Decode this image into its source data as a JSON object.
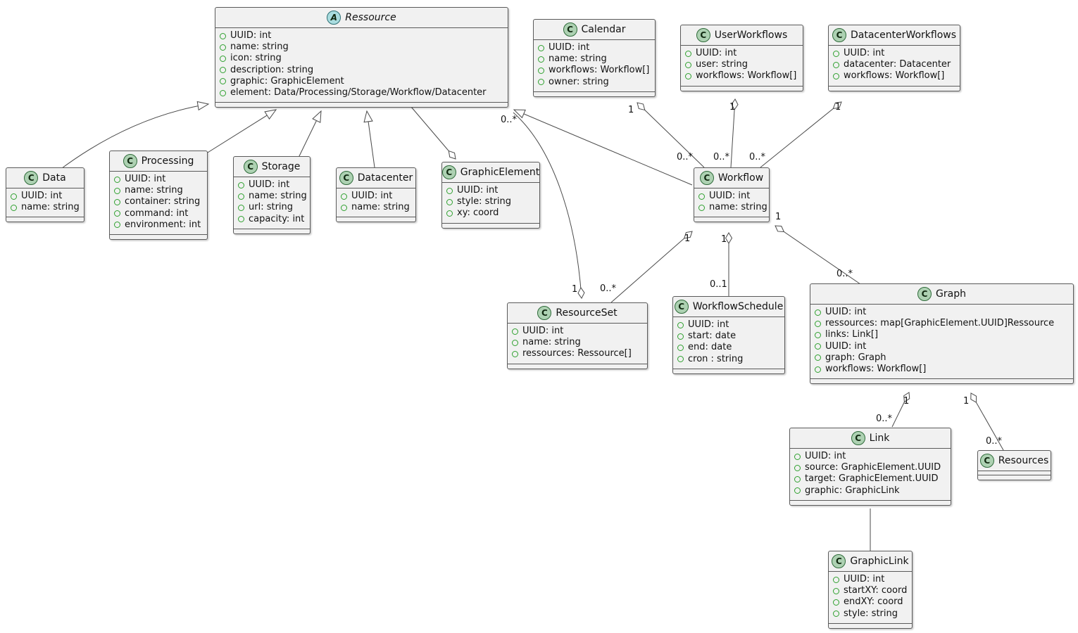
{
  "diagram": {
    "type": "uml-class-diagram",
    "background_color": "#ffffff",
    "box_fill_color": "#F1F1F1",
    "class_icon_color": "#ADD1B2",
    "abstract_icon_color": "#A9DCDF",
    "visibility_dot_color": "#2fa12f"
  },
  "classes": {
    "ressource": {
      "icon_letter": "A",
      "name": "Ressource",
      "attributes": [
        "UUID: int",
        "name: string",
        "icon: string",
        "description: string",
        "graphic: GraphicElement",
        "element: Data/Processing/Storage/Workflow/Datacenter"
      ]
    },
    "calendar": {
      "icon_letter": "C",
      "name": "Calendar",
      "attributes": [
        "UUID: int",
        "name: string",
        "workflows: Workflow[]",
        "owner: string"
      ]
    },
    "userworkflows": {
      "icon_letter": "C",
      "name": "UserWorkflows",
      "attributes": [
        "UUID: int",
        "user: string",
        "workflows: Workflow[]"
      ]
    },
    "datacenterworkflows": {
      "icon_letter": "C",
      "name": "DatacenterWorkflows",
      "attributes": [
        "UUID: int",
        "datacenter: Datacenter",
        "workflows: Workflow[]"
      ]
    },
    "data": {
      "icon_letter": "C",
      "name": "Data",
      "attributes": [
        "UUID: int",
        "name: string"
      ]
    },
    "processing": {
      "icon_letter": "C",
      "name": "Processing",
      "attributes": [
        "UUID: int",
        "name: string",
        "container: string",
        "command: int",
        "environment: int"
      ]
    },
    "storage": {
      "icon_letter": "C",
      "name": "Storage",
      "attributes": [
        "UUID: int",
        "name: string",
        "url: string",
        "capacity: int"
      ]
    },
    "datacenter": {
      "icon_letter": "C",
      "name": "Datacenter",
      "attributes": [
        "UUID: int",
        "name: string"
      ]
    },
    "graphicelement": {
      "icon_letter": "C",
      "name": "GraphicElement",
      "attributes": [
        "UUID: int",
        "style: string",
        "xy: coord"
      ]
    },
    "workflow": {
      "icon_letter": "C",
      "name": "Workflow",
      "attributes": [
        "UUID: int",
        "name: string"
      ]
    },
    "resourceset": {
      "icon_letter": "C",
      "name": "ResourceSet",
      "attributes": [
        "UUID: int",
        "name: string",
        "ressources: Ressource[]"
      ]
    },
    "workflowschedule": {
      "icon_letter": "C",
      "name": "WorkflowSchedule",
      "attributes": [
        "UUID: int",
        "start: date",
        "end: date",
        "cron : string"
      ]
    },
    "graph": {
      "icon_letter": "C",
      "name": "Graph",
      "attributes": [
        "UUID: int",
        "ressources: map[GraphicElement.UUID]Ressource",
        "links: Link[]",
        "UUID: int",
        "graph: Graph",
        "workflows: Workflow[]"
      ]
    },
    "link": {
      "icon_letter": "C",
      "name": "Link",
      "attributes": [
        "UUID: int",
        "source: GraphicElement.UUID",
        "target: GraphicElement.UUID",
        "graphic: GraphicLink"
      ]
    },
    "resources": {
      "icon_letter": "C",
      "name": "Resources",
      "attributes": []
    },
    "graphiclink": {
      "icon_letter": "C",
      "name": "GraphicLink",
      "attributes": [
        "UUID: int",
        "startXY: coord",
        "endXY: coord",
        "style: string"
      ]
    }
  },
  "multiplicities": {
    "ressource_resourceset": {
      "ressource_end": "0..*",
      "resourceset_end": "1"
    },
    "calendar_workflow": {
      "calendar_end": "1",
      "workflow_end": "0..*"
    },
    "userworkflows_workflow": {
      "userworkflows_end": "1",
      "workflow_end": "0..*"
    },
    "datacenterworkflows_workflow": {
      "datacenterworkflows_end": "1",
      "workflow_end": "0..*"
    },
    "workflow_resourceset": {
      "workflow_end": "1",
      "resourceset_end": "0..*"
    },
    "workflow_workflowschedule": {
      "workflow_end": "1",
      "workflowschedule_end": "0..1"
    },
    "workflow_graph": {
      "workflow_end": "1",
      "graph_end": "0..*"
    },
    "graph_link": {
      "graph_end": "1",
      "link_end": "0..*"
    },
    "graph_resources": {
      "graph_end": "1",
      "resources_end": "0..*"
    }
  }
}
